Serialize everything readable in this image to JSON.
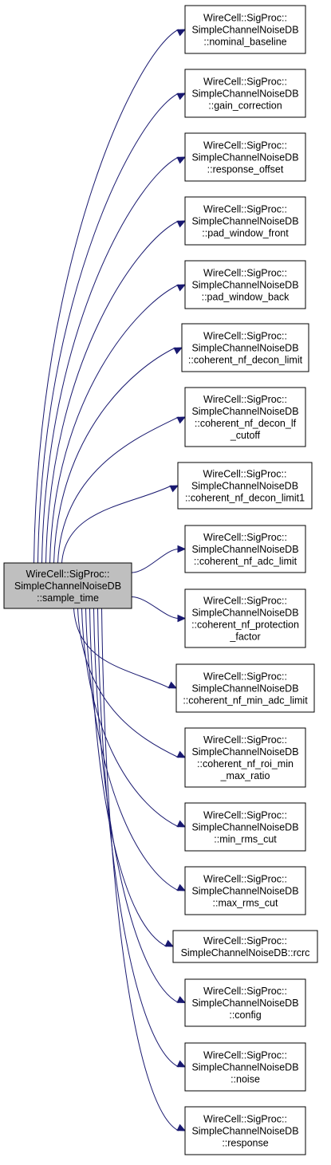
{
  "caller": {
    "lines": [
      "WireCell::SigProc::",
      "SimpleChannelNoiseDB",
      "::sample_time"
    ]
  },
  "callees": [
    {
      "name": "nominal-baseline",
      "lines": [
        "WireCell::SigProc::",
        "SimpleChannelNoiseDB",
        "::nominal_baseline"
      ]
    },
    {
      "name": "gain-correction",
      "lines": [
        "WireCell::SigProc::",
        "SimpleChannelNoiseDB",
        "::gain_correction"
      ]
    },
    {
      "name": "response-offset",
      "lines": [
        "WireCell::SigProc::",
        "SimpleChannelNoiseDB",
        "::response_offset"
      ]
    },
    {
      "name": "pad-window-front",
      "lines": [
        "WireCell::SigProc::",
        "SimpleChannelNoiseDB",
        "::pad_window_front"
      ]
    },
    {
      "name": "pad-window-back",
      "lines": [
        "WireCell::SigProc::",
        "SimpleChannelNoiseDB",
        "::pad_window_back"
      ]
    },
    {
      "name": "coherent-nf-decon-limit",
      "lines": [
        "WireCell::SigProc::",
        "SimpleChannelNoiseDB",
        "::coherent_nf_decon_limit"
      ]
    },
    {
      "name": "coherent-nf-decon-lf-cutoff",
      "lines": [
        "WireCell::SigProc::",
        "SimpleChannelNoiseDB",
        "::coherent_nf_decon_lf",
        "_cutoff"
      ]
    },
    {
      "name": "coherent-nf-decon-limit1",
      "lines": [
        "WireCell::SigProc::",
        "SimpleChannelNoiseDB",
        "::coherent_nf_decon_limit1"
      ]
    },
    {
      "name": "coherent-nf-adc-limit",
      "lines": [
        "WireCell::SigProc::",
        "SimpleChannelNoiseDB",
        "::coherent_nf_adc_limit"
      ]
    },
    {
      "name": "coherent-nf-protection-factor",
      "lines": [
        "WireCell::SigProc::",
        "SimpleChannelNoiseDB",
        "::coherent_nf_protection",
        "_factor"
      ]
    },
    {
      "name": "coherent-nf-min-adc-limit",
      "lines": [
        "WireCell::SigProc::",
        "SimpleChannelNoiseDB",
        "::coherent_nf_min_adc_limit"
      ]
    },
    {
      "name": "coherent-nf-roi-min-max-ratio",
      "lines": [
        "WireCell::SigProc::",
        "SimpleChannelNoiseDB",
        "::coherent_nf_roi_min",
        "_max_ratio"
      ]
    },
    {
      "name": "min-rms-cut",
      "lines": [
        "WireCell::SigProc::",
        "SimpleChannelNoiseDB",
        "::min_rms_cut"
      ]
    },
    {
      "name": "max-rms-cut",
      "lines": [
        "WireCell::SigProc::",
        "SimpleChannelNoiseDB",
        "::max_rms_cut"
      ]
    },
    {
      "name": "rcrc",
      "lines": [
        "WireCell::SigProc::",
        "SimpleChannelNoiseDB::rcrc"
      ]
    },
    {
      "name": "config",
      "lines": [
        "WireCell::SigProc::",
        "SimpleChannelNoiseDB",
        "::config"
      ]
    },
    {
      "name": "noise",
      "lines": [
        "WireCell::SigProc::",
        "SimpleChannelNoiseDB",
        "::noise"
      ]
    },
    {
      "name": "response",
      "lines": [
        "WireCell::SigProc::",
        "SimpleChannelNoiseDB",
        "::response"
      ]
    }
  ],
  "colors": {
    "edge": "#191970",
    "caller_fill": "#bfbfbf",
    "node_fill": "#ffffff",
    "border": "#000000"
  }
}
